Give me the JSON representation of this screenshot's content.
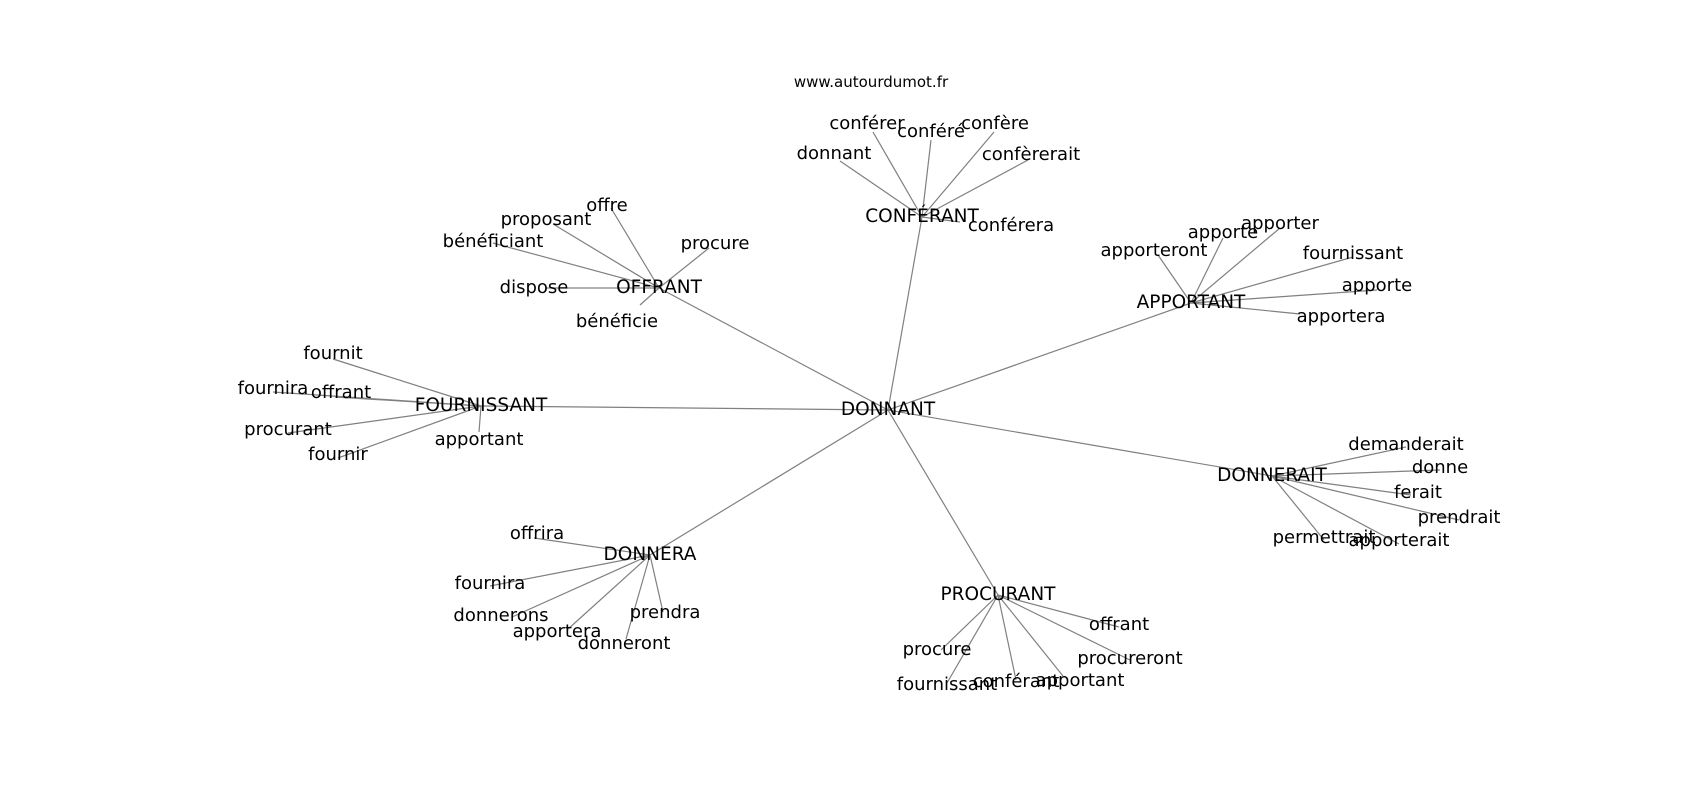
{
  "site": "www.autourdumot.fr",
  "center": "DONNANT",
  "hubs": [
    {
      "label": "CONFÉRANT",
      "leaves": [
        "conférer",
        "conféré",
        "confère",
        "donnant",
        "confèrerait",
        "conférera"
      ]
    },
    {
      "label": "OFFRANT",
      "leaves": [
        "offre",
        "proposant",
        "bénéficiant",
        "procure",
        "dispose",
        "bénéficie"
      ]
    },
    {
      "label": "APPORTANT",
      "leaves": [
        "apporte",
        "apporter",
        "apporteront",
        "fournissant",
        "apporte",
        "apportera"
      ]
    },
    {
      "label": "FOURNISSANT",
      "leaves": [
        "fournit",
        "fournira",
        "offrant",
        "procurant",
        "fournir",
        "apportant"
      ]
    },
    {
      "label": "DONNERAIT",
      "leaves": [
        "demanderait",
        "donne",
        "ferait",
        "prendrait",
        "permettrait",
        "apporterait"
      ]
    },
    {
      "label": "DONNERA",
      "leaves": [
        "offrira",
        "fournira",
        "donnerons",
        "apportera",
        "prendra",
        "donneront"
      ]
    },
    {
      "label": "PROCURANT",
      "leaves": [
        "offrant",
        "procure",
        "procureront",
        "fournissant",
        "conférant",
        "apportant"
      ]
    }
  ]
}
